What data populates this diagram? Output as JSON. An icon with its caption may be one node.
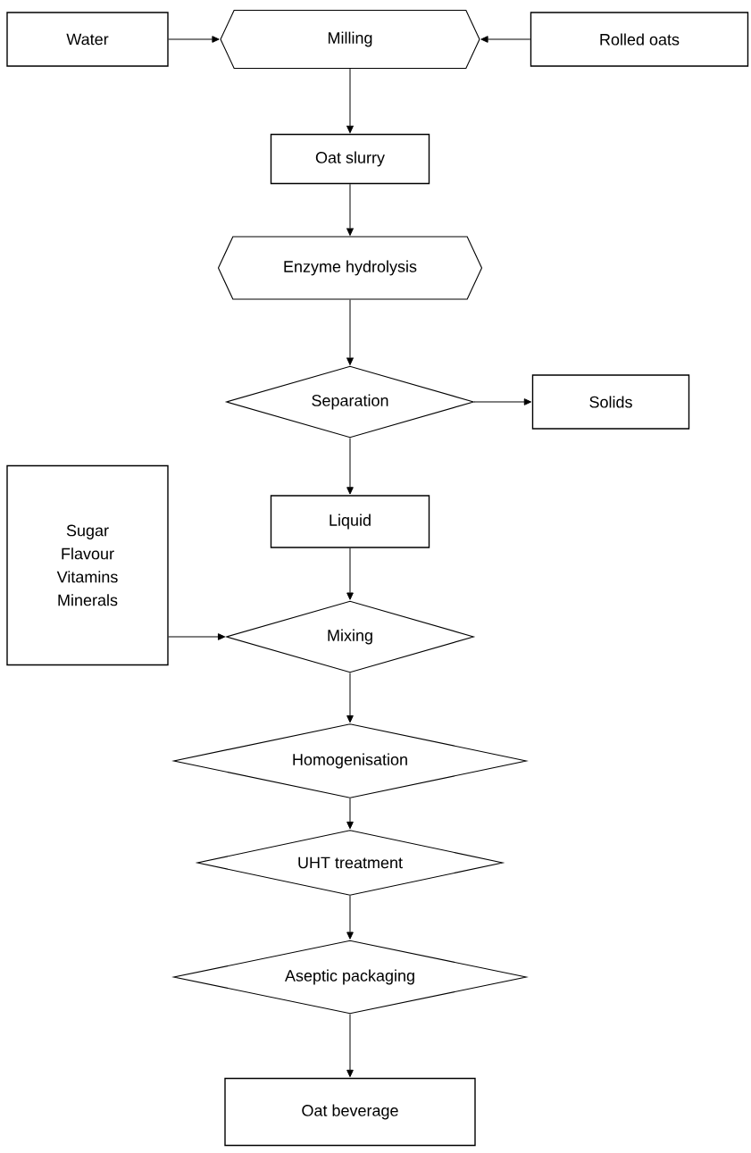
{
  "diagram": {
    "nodes": [
      {
        "text": [
          "Water"
        ]
      },
      {
        "text": [
          "Milling"
        ]
      },
      {
        "text": [
          "Rolled oats"
        ]
      },
      {
        "text": [
          "Oat slurry"
        ]
      },
      {
        "text": [
          "Enzyme hydrolysis"
        ]
      },
      {
        "text": [
          "Separation"
        ]
      },
      {
        "text": [
          "Solids"
        ]
      },
      {
        "text": [
          "Liquid"
        ]
      },
      {
        "text": [
          "Sugar",
          "Flavour",
          "Vitamins",
          "Minerals"
        ]
      },
      {
        "text": [
          "Mixing"
        ]
      },
      {
        "text": [
          "Homogenisation"
        ]
      },
      {
        "text": [
          "UHT treatment"
        ]
      },
      {
        "text": [
          "Aseptic packaging"
        ]
      },
      {
        "text": [
          "Oat beverage"
        ]
      }
    ],
    "edges": [
      {
        "from": 0,
        "to": 1,
        "arrow": "to"
      },
      {
        "from": 2,
        "to": 1,
        "arrow": "to"
      },
      {
        "from": 1,
        "to": 3,
        "arrow": "to"
      },
      {
        "from": 3,
        "to": 4,
        "arrow": "to"
      },
      {
        "from": 4,
        "to": 5,
        "arrow": "to"
      },
      {
        "from": 5,
        "to": 6,
        "arrow": "to"
      },
      {
        "from": 5,
        "to": 7,
        "arrow": "to"
      },
      {
        "from": 7,
        "to": 9,
        "arrow": "to"
      },
      {
        "from": 8,
        "to": 9,
        "arrow": "to"
      },
      {
        "from": 9,
        "to": 10,
        "arrow": "to"
      },
      {
        "from": 10,
        "to": 11,
        "arrow": "to"
      },
      {
        "from": 11,
        "to": 12,
        "arrow": "to"
      },
      {
        "from": 12,
        "to": 13,
        "arrow": "to"
      }
    ]
  }
}
